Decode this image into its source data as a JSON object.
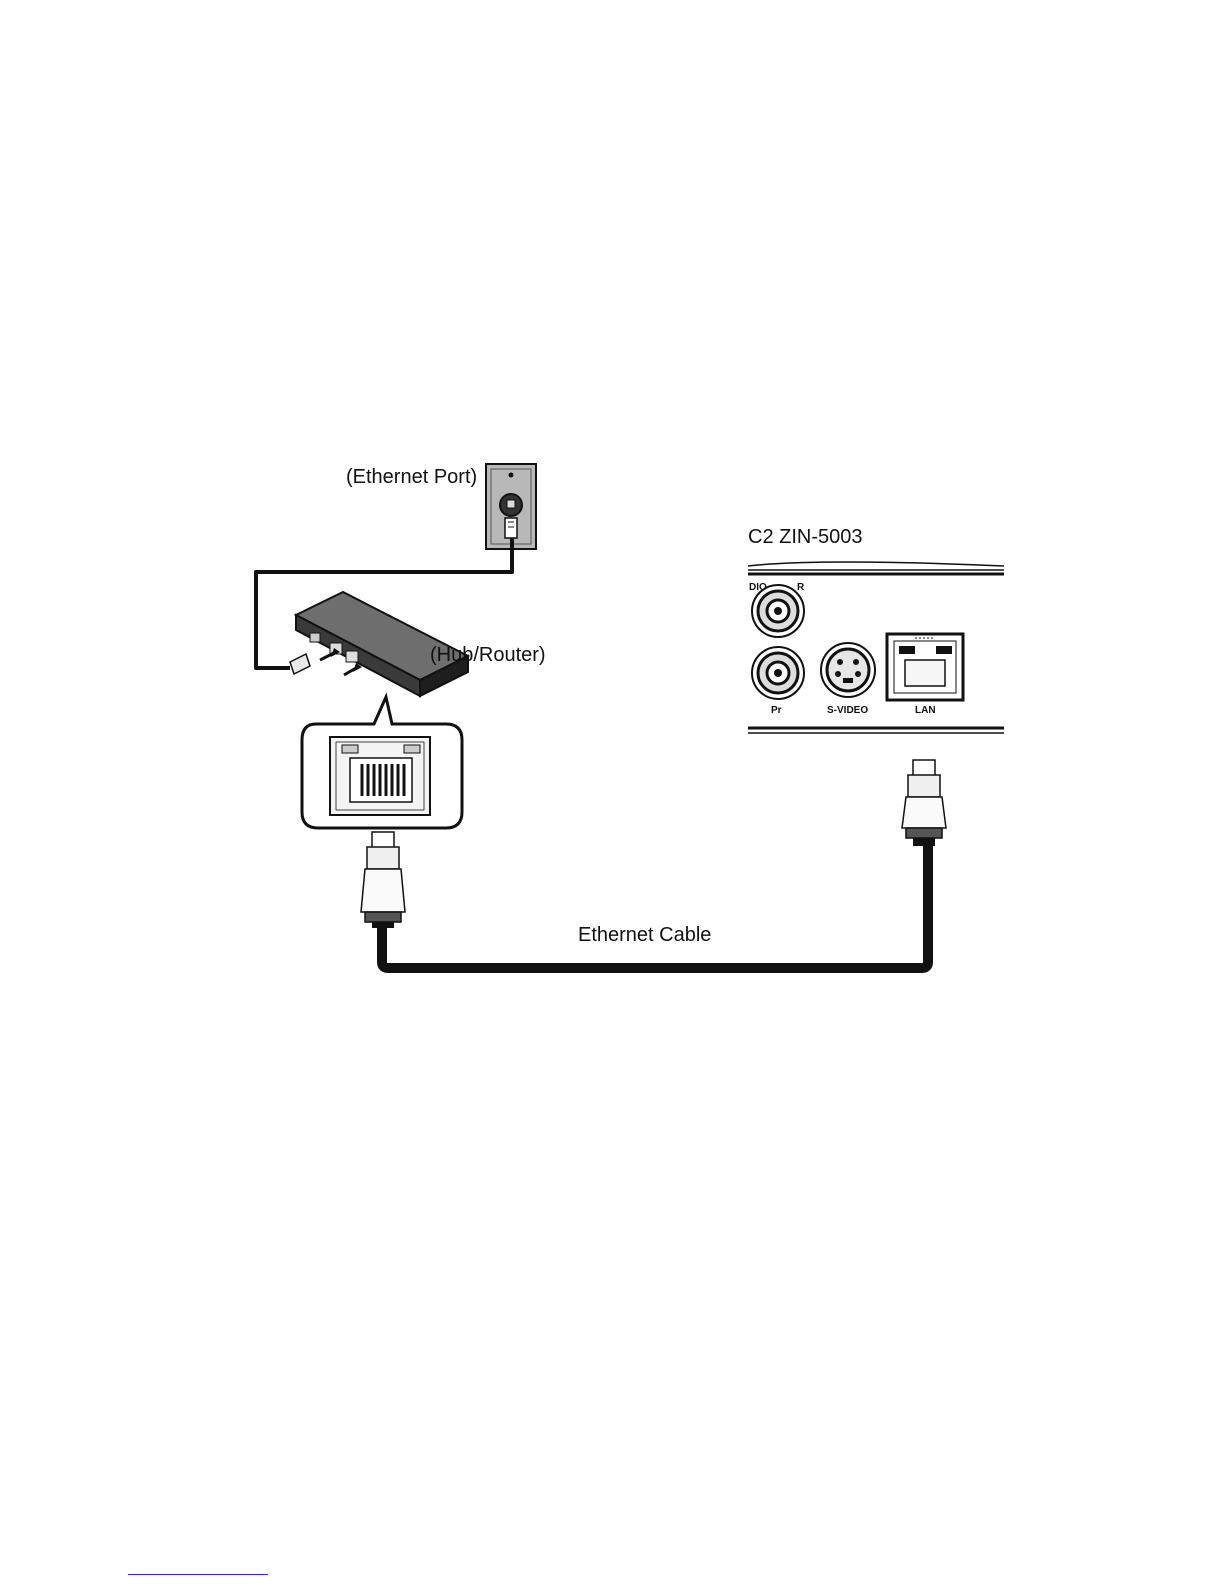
{
  "labels": {
    "ethernet_port": "(Ethernet Port)",
    "hub_router": "(Hub/Router)",
    "device_model": "C2 ZIN-5003",
    "ethernet_cable": "Ethernet Cable"
  },
  "device_panel": {
    "port_audio": "DIO",
    "port_r": "R",
    "port_pr": "Pr",
    "port_svideo": "S-VIDEO",
    "port_lan": "LAN"
  },
  "colors": {
    "line": "#111111",
    "plate": "#b8b8b8",
    "hub_top": "#6e6e6e",
    "hub_side": "#2c2c2c"
  },
  "icons": [
    "wall-ethernet-port-icon",
    "hub-router-icon",
    "rj45-jack-icon",
    "rj45-plug-icon",
    "device-rear-panel-icon"
  ]
}
